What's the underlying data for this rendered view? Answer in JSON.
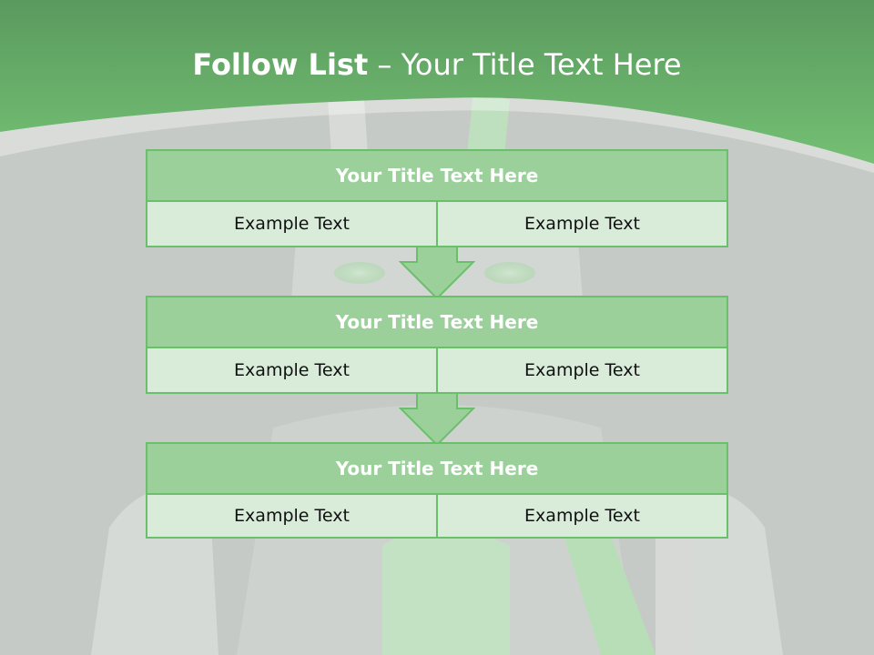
{
  "slide": {
    "title_bold": "Follow List",
    "title_rest": " – Your Title Text Here"
  },
  "blocks": [
    {
      "title": "Your Title Text Here",
      "left": "Example Text",
      "right": "Example Text"
    },
    {
      "title": "Your Title Text Here",
      "left": "Example Text",
      "right": "Example Text"
    },
    {
      "title": "Your Title Text Here",
      "left": "Example Text",
      "right": "Example Text"
    }
  ],
  "colors": {
    "accent": "#6abf6a",
    "header_fill": "#9bd09b",
    "cell_fill": "#d9ebd9",
    "banner": "#6db86d"
  }
}
